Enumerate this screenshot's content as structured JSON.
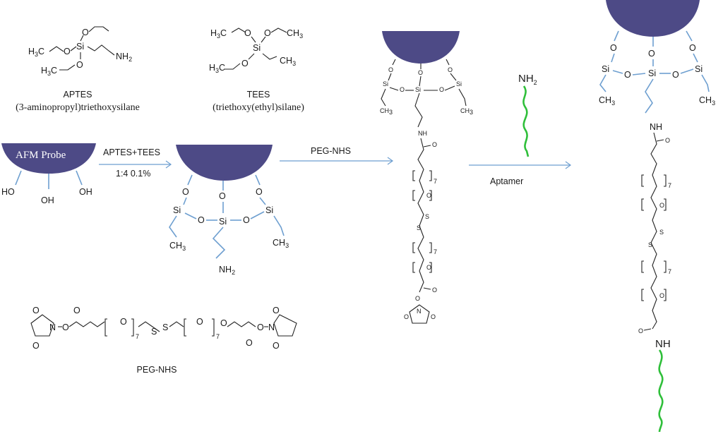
{
  "colors": {
    "probe": "#4d4a86",
    "bond": "#6e9fd0",
    "aptamer": "#2fbf3a",
    "arrow": "#6e9fd0"
  },
  "molecules": {
    "aptes": {
      "name": "APTES",
      "full_name": "(3-aminopropyl)triethoxysilane",
      "atoms": {
        "h3c": "H",
        "o": "O",
        "si": "Si",
        "nh": "NH"
      }
    },
    "tees": {
      "name": "TEES",
      "full_name": "(triethoxy(ethyl)silane)"
    },
    "peg_nhs": {
      "name": "PEG-NHS"
    }
  },
  "probe": {
    "label": "AFM Probe",
    "oh": "OH",
    "ho": "HO"
  },
  "steps": {
    "step1_reagent": "APTES+TEES",
    "step1_ratio": "1:4 0.1%",
    "step2_reagent": "PEG-NHS",
    "step3_reagent": "Aptamer"
  },
  "atoms": {
    "o": "O",
    "si": "Si",
    "s": "S",
    "n": "N",
    "nh": "NH",
    "ch": "CH",
    "nh2": "NH",
    "sub2": "2",
    "sub3": "3",
    "sub7": "7"
  }
}
